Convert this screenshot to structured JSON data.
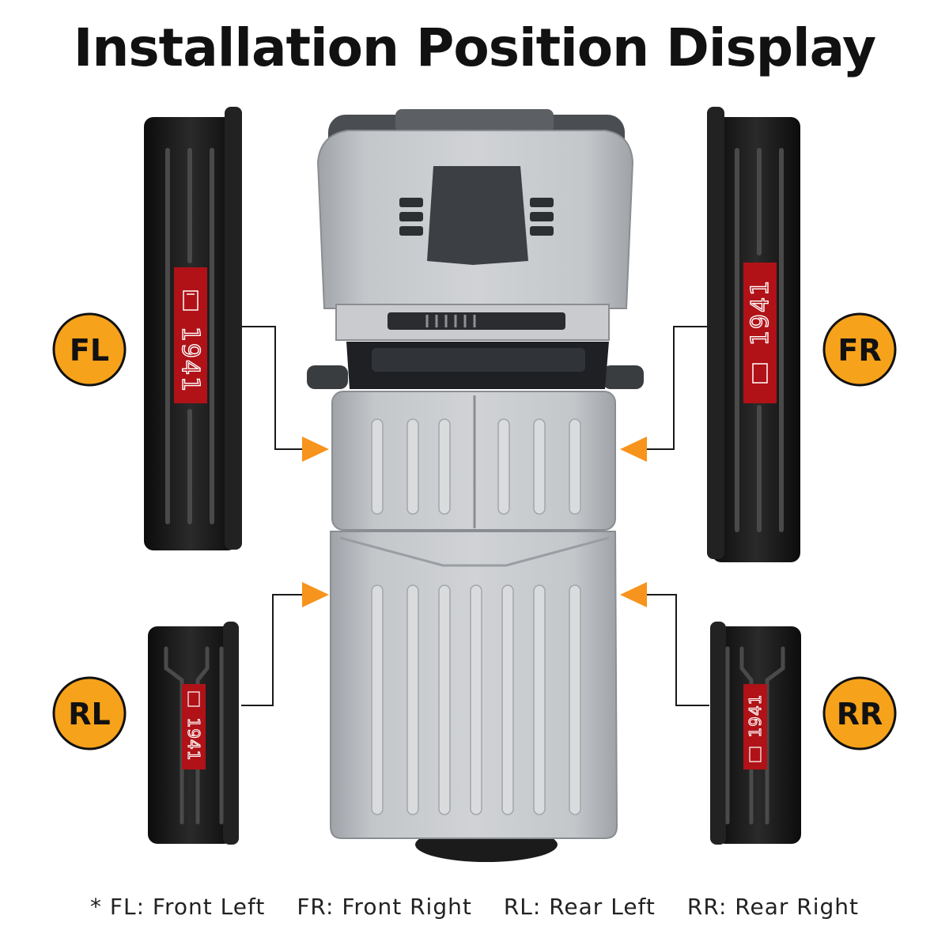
{
  "title": "Installation Position Display",
  "positions": {
    "fl": {
      "badge": "FL",
      "plate_text": "1941"
    },
    "fr": {
      "badge": "FR",
      "plate_text": "1941"
    },
    "rl": {
      "badge": "RL",
      "plate_text": "1941"
    },
    "rr": {
      "badge": "RR",
      "plate_text": "1941"
    }
  },
  "legend": {
    "fl": "* FL: Front Left",
    "fr": "FR: Front Right",
    "rl": "RL: Rear Left",
    "rr": "RR: Rear Right"
  },
  "colors": {
    "badge_fill": "#f7a21b",
    "arrow": "#f7941d",
    "plate_red": "#b01217",
    "sill_black": "#141414",
    "vehicle_body": "#b9bcc0"
  }
}
